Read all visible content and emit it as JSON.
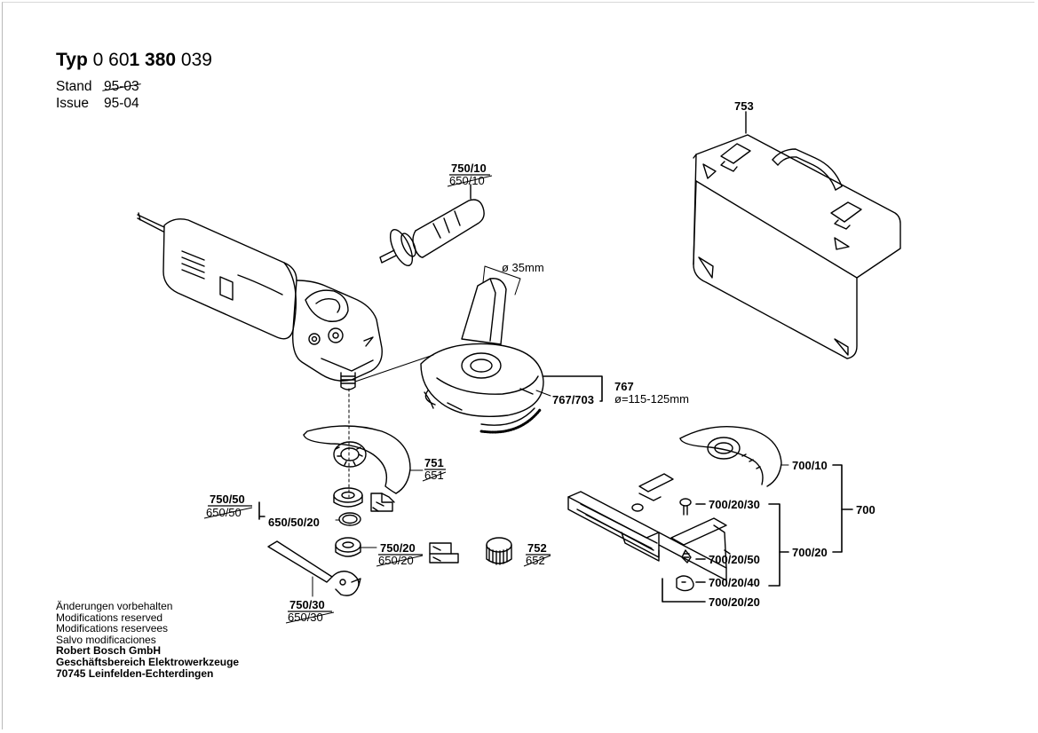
{
  "header": {
    "typ_label": "Typ",
    "typ_number_prefix": "0 60",
    "typ_number_mid": "1 380",
    "typ_number_suffix": "039",
    "stand_label": "Stand",
    "stand_value": "95-03",
    "issue_label": "Issue",
    "issue_value": "95-04"
  },
  "parts": {
    "p753": "753",
    "p750_10": "750/10",
    "p650_10": "650/10",
    "dia35": "ø 35mm",
    "p767": "767",
    "p767_703": "767/703",
    "dia115": "ø=115-125mm",
    "p751": "751",
    "p651": "651",
    "p750_50": "750/50",
    "p650_50": "650/50",
    "p650_50_20": "650/50/20",
    "p750_20": "750/20",
    "p650_20": "650/20",
    "p752": "752",
    "p652": "652",
    "p750_30": "750/30",
    "p650_30": "650/30",
    "p700_10": "700/10",
    "p700": "700",
    "p700_20_30": "700/20/30",
    "p700_20": "700/20",
    "p700_20_50": "700/20/50",
    "p700_20_40": "700/20/40",
    "p700_20_20": "700/20/20"
  },
  "notes": {
    "line1": "Änderungen vorbehalten",
    "line2": "Modifications reserved",
    "line3": "Modifications reservees",
    "line4": "Salvo modificaciones",
    "company": "Robert Bosch GmbH",
    "division": "Geschäftsbereich Elektrowerkzeuge",
    "address": "70745 Leinfelden-Echterdingen"
  }
}
